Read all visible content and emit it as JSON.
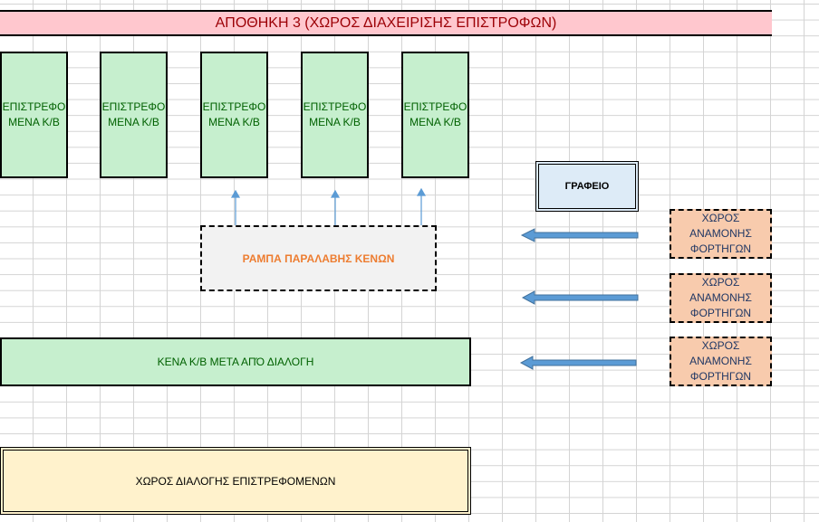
{
  "title": "ΑΠΟΘΗΚΗ 3 (ΧΩΡΟΣ ΔΙΑΧΕΙΡΙΣΗΣ ΕΠΙΣΤΡΟΦΩΝ)",
  "returned_boxes": [
    "ΕΠΙΣΤΡΕΦΟ ΜΕΝΑ Κ/Β",
    "ΕΠΙΣΤΡΕΦΟ ΜΕΝΑ Κ/Β",
    "ΕΠΙΣΤΡΕΦΟ ΜΕΝΑ Κ/Β",
    "ΕΠΙΣΤΡΕΦΟ ΜΕΝΑ Κ/Β",
    "ΕΠΙΣΤΡΕΦΟ ΜΕΝΑ Κ/Β"
  ],
  "office": "ΓΡΑΦΕΙΟ",
  "ramp": "ΡΑΜΠΑ ΠΑΡΑΛΑΒΗΣ ΚΕΝΩΝ",
  "waiting_areas": [
    "ΧΩΡΟΣ ΑΝΑΜΟΝΗΣ ΦΟΡΤΗΓΩΝ",
    "ΧΩΡΟΣ ΑΝΑΜΟΝΗΣ ΦΟΡΤΗΓΩΝ",
    "ΧΩΡΟΣ ΑΝΑΜΟΝΗΣ ΦΟΡΤΗΓΩΝ"
  ],
  "empty_after_sorting": "ΚΕΝΑ Κ/Β ΜΕΤΑ ΑΠΌ ΔΙΑΛΟΓΗ",
  "sorting_area": "ΧΩΡΟΣ ΔΙΑΛΟΓΗΣ ΕΠΙΣΤΡΕΦΟΜΕΝΩΝ",
  "colors": {
    "title_fill": "#ffc7ce",
    "title_text": "#9c0006",
    "green_fill": "#c6efce",
    "green_text": "#006100",
    "office_fill": "#ddebf7",
    "ramp_fill": "#f2f2f2",
    "ramp_text": "#ed7d31",
    "wait_fill": "#f8cbad",
    "wait_text": "#203764",
    "sort_fill": "#fff2cc",
    "arrow": "#5b9bd5"
  }
}
